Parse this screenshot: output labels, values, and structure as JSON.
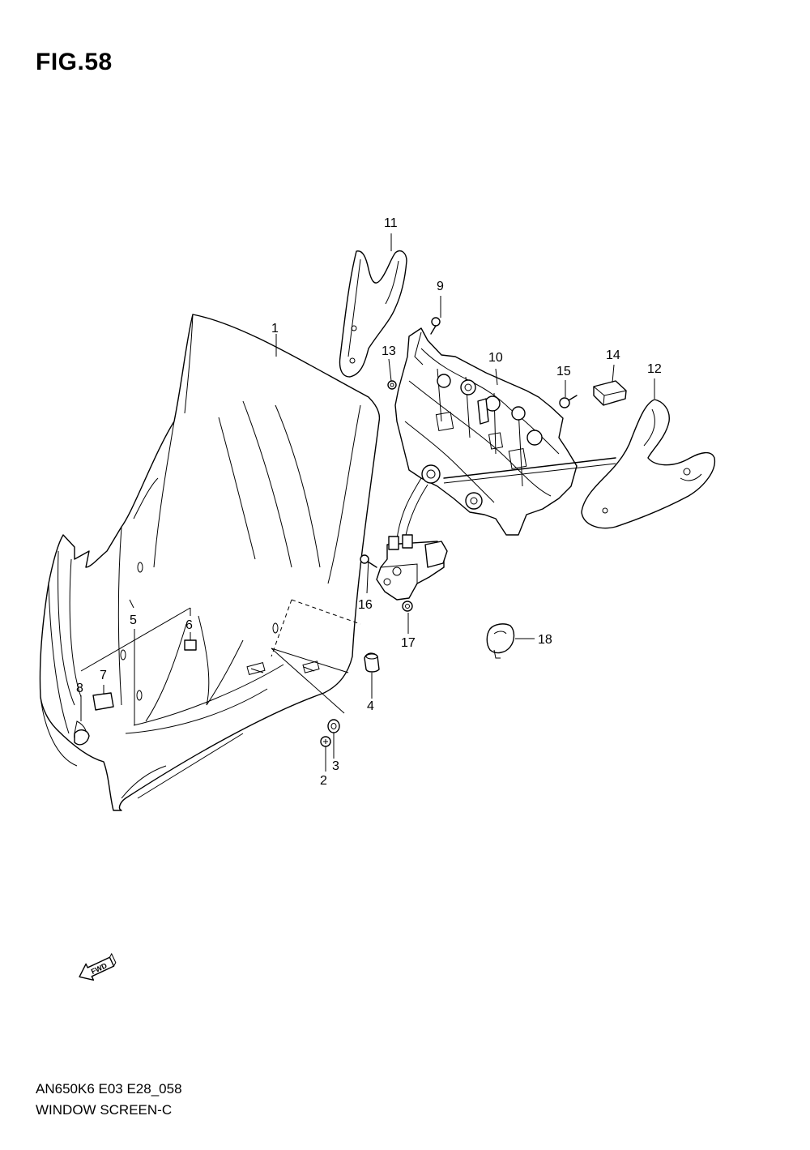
{
  "figure": {
    "title": "FIG.58",
    "diagram_code": "AN650K6 E03 E28_058",
    "diagram_name": "WINDOW SCREEN-C",
    "direction_label": "FWD"
  },
  "callouts": [
    "1",
    "2",
    "3",
    "4",
    "5",
    "6",
    "7",
    "8",
    "9",
    "10",
    "11",
    "12",
    "13",
    "14",
    "15",
    "16",
    "17",
    "18"
  ]
}
